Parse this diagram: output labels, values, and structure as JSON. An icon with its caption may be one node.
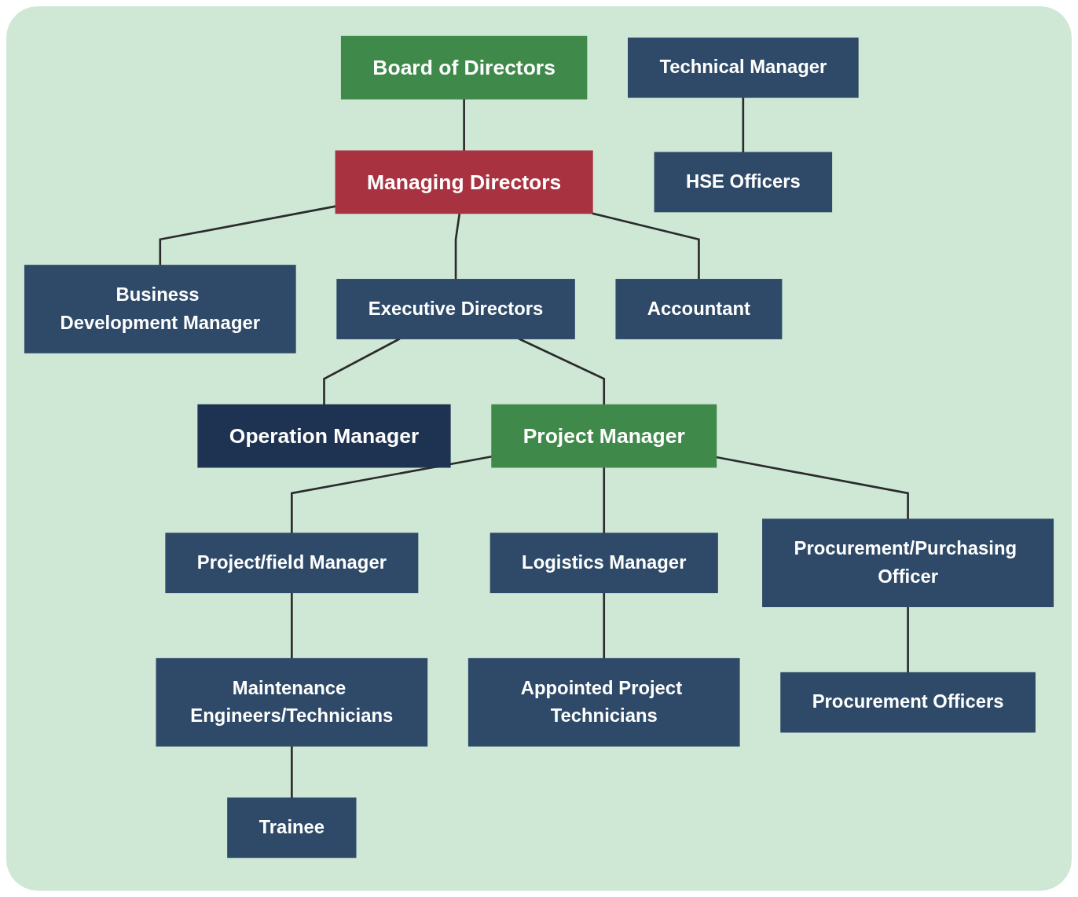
{
  "diagram": {
    "nodes": [
      {
        "text": [
          "Board of Directors"
        ]
      },
      {
        "text": [
          "Managing Directors"
        ]
      },
      {
        "text": [
          "Business Development Manager"
        ]
      },
      {
        "text": [
          "Technical Manager"
        ]
      },
      {
        "text": [
          "HSE Officers"
        ]
      },
      {
        "text": [
          "Executive Directors"
        ]
      },
      {
        "text": [
          "Operation Manager"
        ]
      },
      {
        "text": [
          "Accountant"
        ]
      },
      {
        "text": [
          "Project Manager"
        ]
      },
      {
        "text": [
          "Project/field Manager"
        ]
      },
      {
        "text": [
          "Logistics Manager"
        ]
      },
      {
        "text": [
          "Maintenance Engineers/Technicians"
        ]
      },
      {
        "text": [
          "Procurement/Purchasing Officer"
        ]
      },
      {
        "text": [
          "Appointed Project Technicians"
        ]
      },
      {
        "text": [
          "Trainee"
        ]
      },
      {
        "text": [
          "Procurement Officers"
        ]
      }
    ],
    "edges": [
      {
        "from": 0,
        "to": 1,
        "arrow": "none"
      },
      {
        "from": 1,
        "to": 2,
        "arrow": "none"
      },
      {
        "from": 1,
        "to": 7,
        "arrow": "none"
      },
      {
        "from": 3,
        "to": 4,
        "arrow": "none"
      },
      {
        "from": 1,
        "to": 5,
        "arrow": "none"
      },
      {
        "from": 5,
        "to": 6,
        "arrow": "none"
      },
      {
        "from": 5,
        "to": 8,
        "arrow": "none"
      },
      {
        "from": 8,
        "to": 10,
        "arrow": "none"
      },
      {
        "from": 8,
        "to": 9,
        "arrow": "none"
      },
      {
        "from": 8,
        "to": 12,
        "arrow": "none"
      },
      {
        "from": 9,
        "to": 11,
        "arrow": "none"
      },
      {
        "from": 10,
        "to": 13,
        "arrow": "none"
      },
      {
        "from": 11,
        "to": 14,
        "arrow": "none"
      },
      {
        "from": 12,
        "to": 15,
        "arrow": "none"
      }
    ]
  }
}
